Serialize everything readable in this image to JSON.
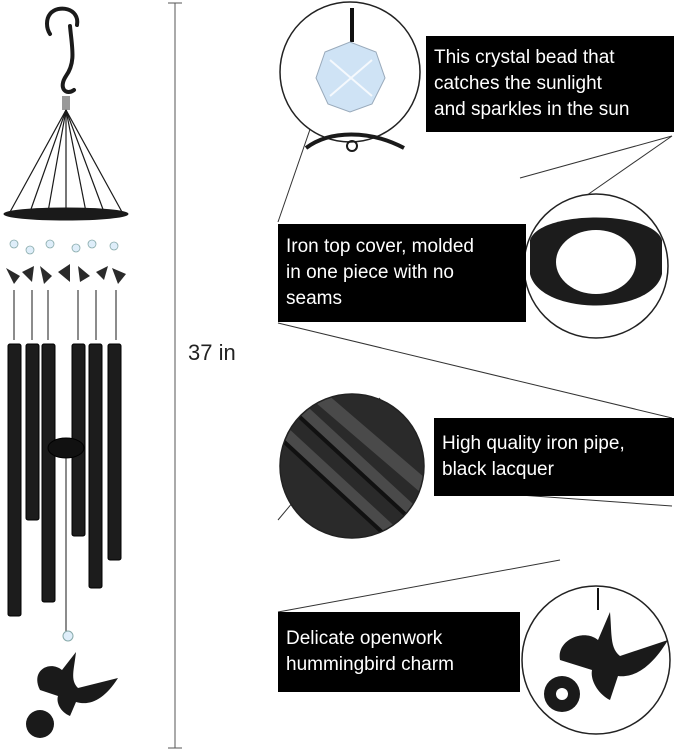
{
  "product": {
    "height_label": "37 in"
  },
  "callouts": [
    {
      "id": "crystal",
      "lines": [
        "This crystal bead that",
        "catches the sunlight",
        "and sparkles in the sun"
      ]
    },
    {
      "id": "top-cover",
      "lines": [
        "Iron top cover, molded",
        "in one piece with no",
        "seams"
      ]
    },
    {
      "id": "pipe",
      "lines": [
        "High quality iron pipe,",
        "black lacquer"
      ]
    },
    {
      "id": "charm",
      "lines": [
        "Delicate openwork",
        "hummingbird charm"
      ]
    }
  ],
  "colors": {
    "callout_bg": "#000000",
    "callout_text": "#ffffff",
    "metal": "#1a1a1a",
    "crystal": "#cfe3f5"
  },
  "icons": [
    "crystal-bead-icon",
    "top-cover-ring-icon",
    "iron-pipe-icon",
    "hummingbird-charm-icon",
    "s-hook-icon"
  ]
}
